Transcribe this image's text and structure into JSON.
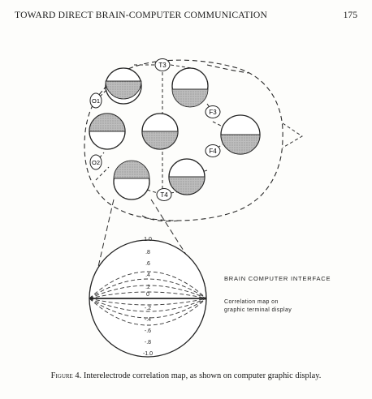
{
  "header": {
    "running_title": "TOWARD DIRECT BRAIN-COMPUTER COMMUNICATION",
    "page_number": "175"
  },
  "figure": {
    "electrodes": [
      "T3",
      "O1",
      "F3",
      "O2",
      "F4",
      "T4"
    ],
    "scale_ticks": [
      "1.0",
      ".8",
      ".6",
      ".4",
      ".2",
      "0",
      "-.2",
      "-.4",
      "-.6",
      "-.8",
      "-1.0"
    ],
    "interface_label": "BRAIN COMPUTER INTERFACE",
    "display_note_line1": "Correlation map on",
    "display_note_line2": "graphic terminal display"
  },
  "caption": {
    "figure_label": "Figure 4.",
    "text": "Interelectrode correlation map, as shown on computer graphic display."
  }
}
